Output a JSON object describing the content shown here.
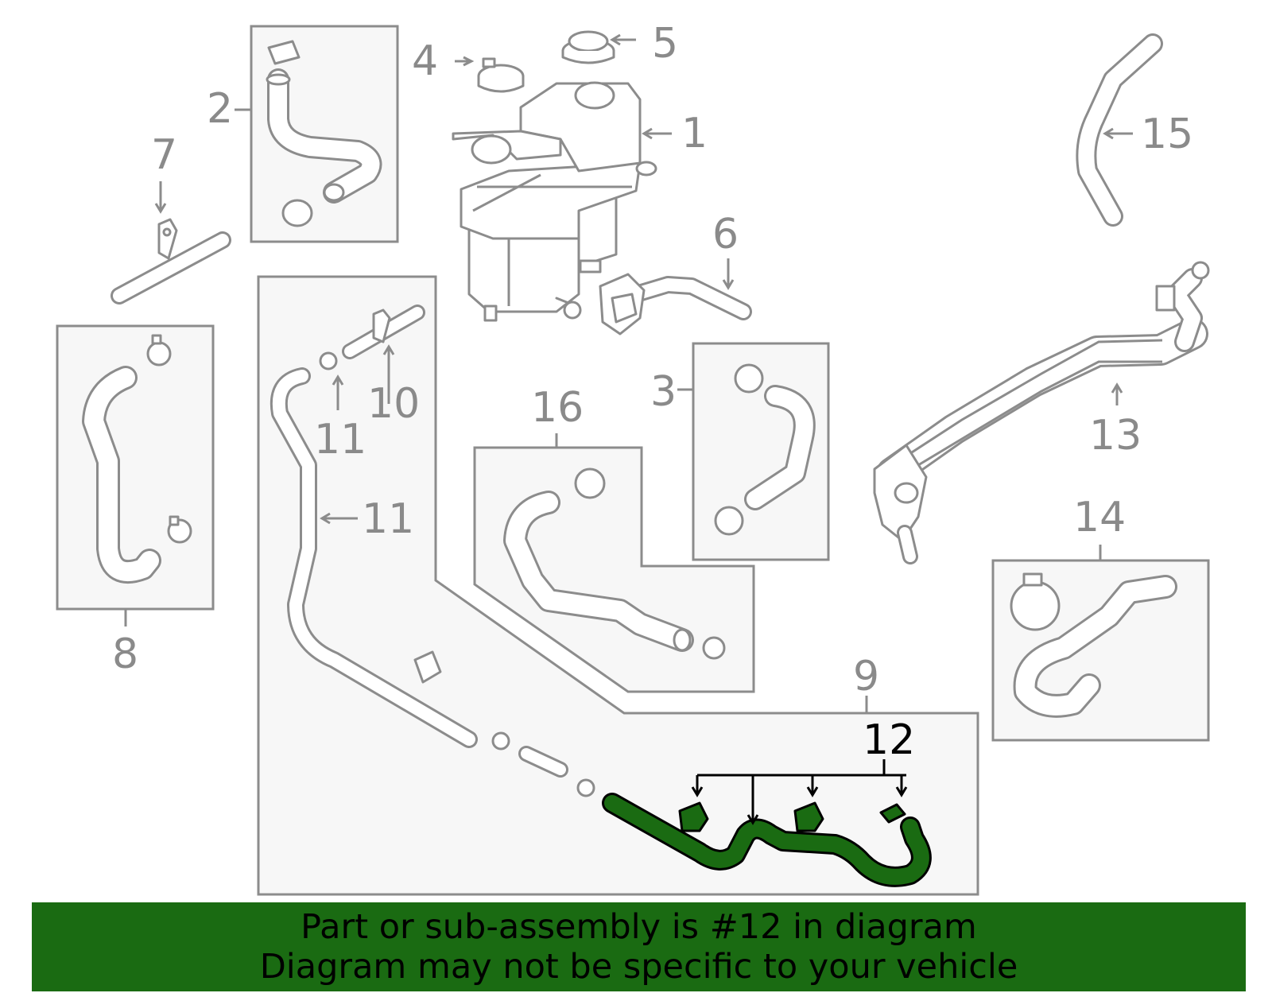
{
  "callouts": {
    "c1": "1",
    "c2": "2",
    "c3": "3",
    "c4": "4",
    "c5": "5",
    "c6": "6",
    "c7": "7",
    "c8": "8",
    "c9": "9",
    "c10": "10",
    "c11a": "11",
    "c11b": "11",
    "c12": "12",
    "c13": "13",
    "c14": "14",
    "c15": "15",
    "c16": "16"
  },
  "highlight": {
    "part_number": "12",
    "color": "#1a6b12"
  },
  "banner": {
    "line1": "Part or sub-assembly is #12 in diagram",
    "line2": "Diagram may not be specific to your vehicle",
    "background": "#1a6b12"
  }
}
